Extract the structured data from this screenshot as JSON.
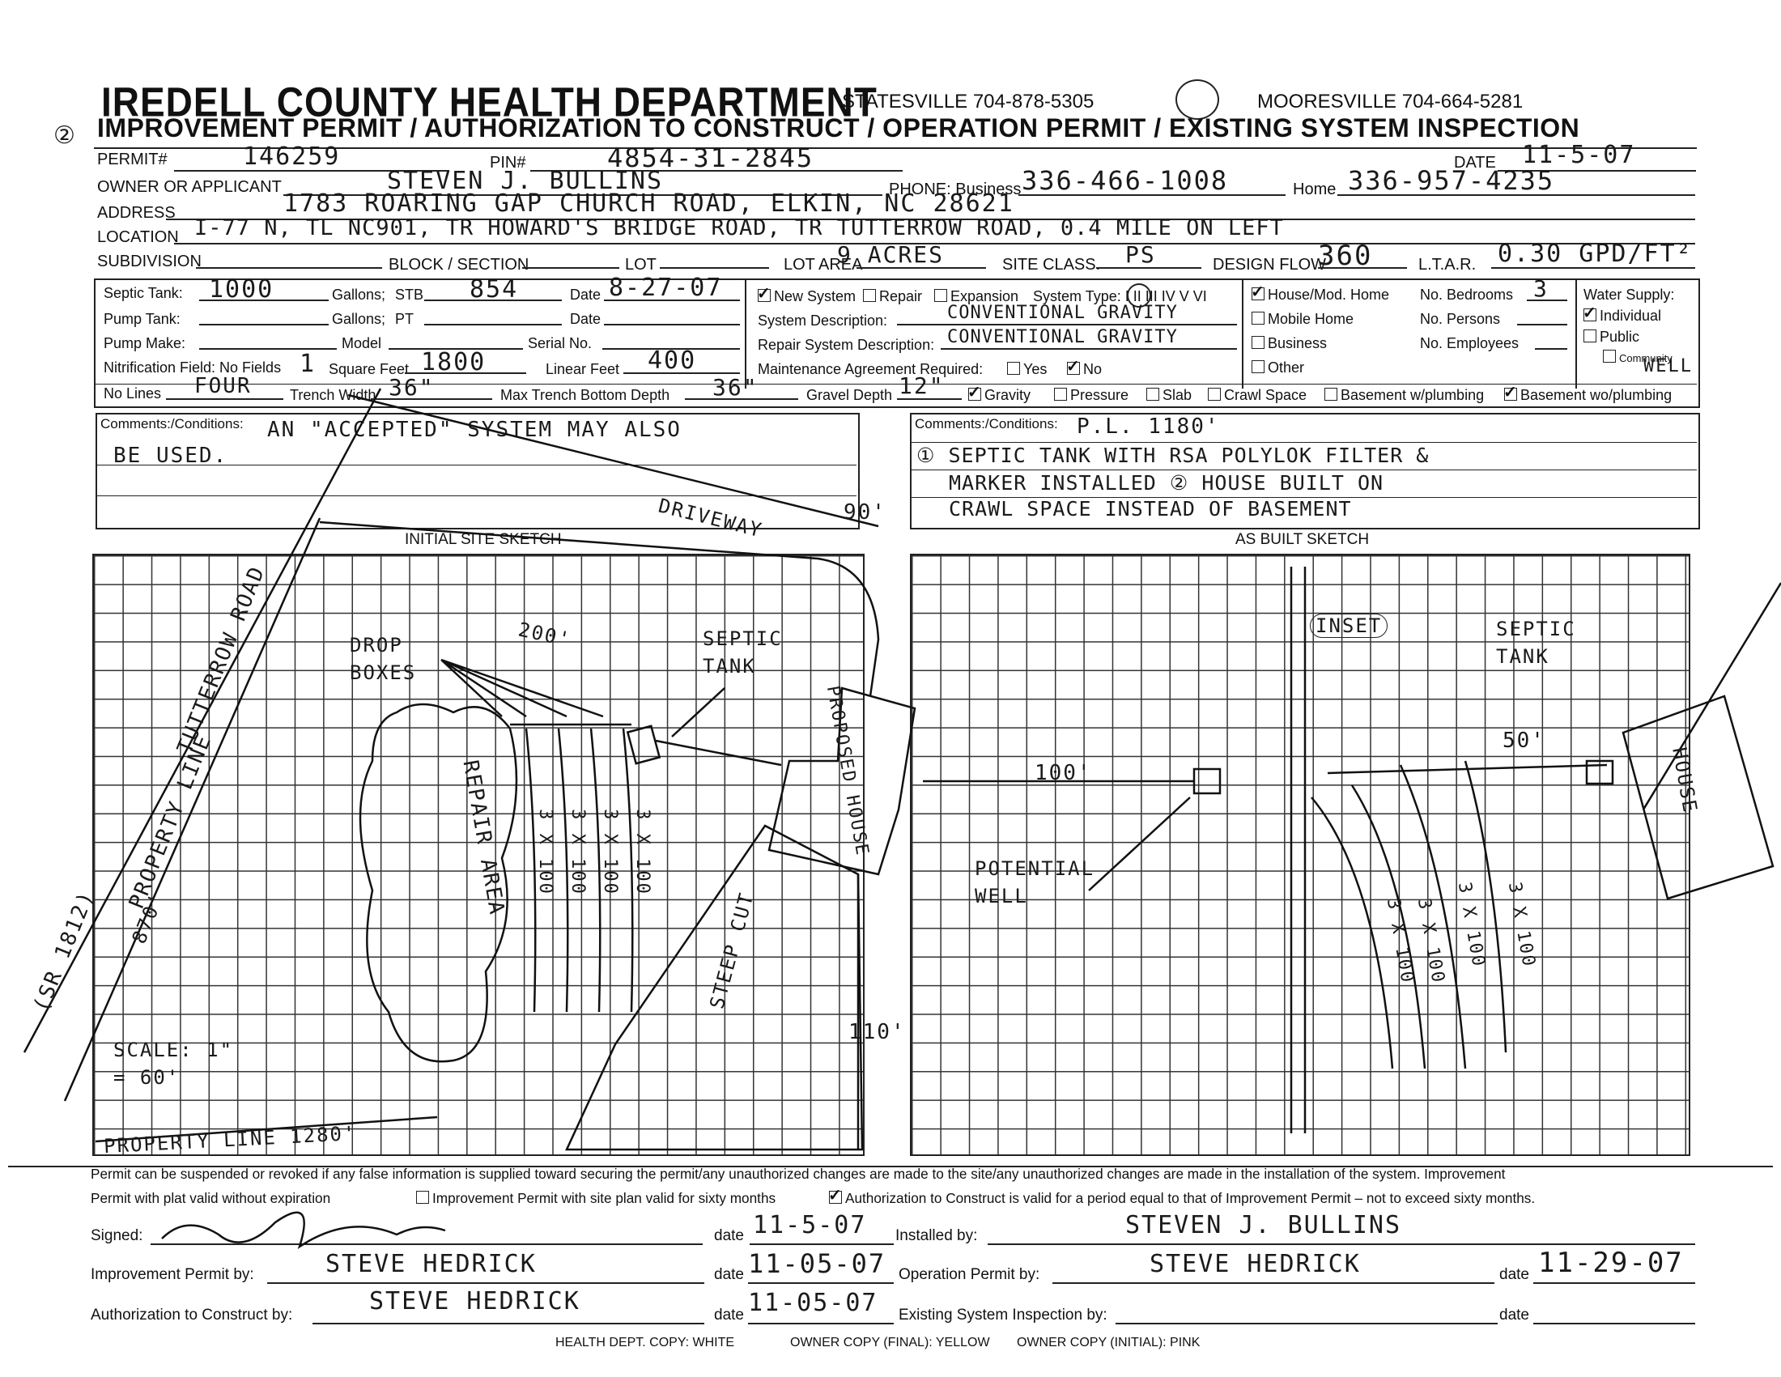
{
  "header": {
    "department": "IREDELL COUNTY HEALTH DEPARTMENT",
    "statesville": "STATESVILLE 704-878-5305",
    "mooresville": "MOORESVILLE 704-664-5281",
    "title": "IMPROVEMENT PERMIT / AUTHORIZATION TO CONSTRUCT / OPERATION PERMIT / EXISTING SYSTEM INSPECTION",
    "page_mark": "②"
  },
  "labels": {
    "permit": "PERMIT#",
    "pin": "PIN#",
    "date": "DATE",
    "owner": "OWNER OR APPLICANT",
    "phone_business": "PHONE: Business",
    "home": "Home",
    "address": "ADDRESS",
    "location": "LOCATION",
    "subdivision": "SUBDIVISION",
    "block_section": "BLOCK / SECTION",
    "lot": "LOT",
    "lot_area": "LOT AREA",
    "site_class": "SITE CLASS.",
    "design_flow": "DESIGN FLOW",
    "ltar": "L.T.A.R."
  },
  "values": {
    "permit": "146259",
    "pin": "4854-31-2845",
    "date": "11-5-07",
    "owner": "STEVEN J. BULLINS",
    "phone_business": "336-466-1008",
    "phone_home": "336-957-4235",
    "address": "1783 ROARING GAP CHURCH ROAD, ELKIN, NC 28621",
    "location": "I-77 N, TL NC901, TR HOWARD'S BRIDGE ROAD, TR TUTTERROW ROAD, 0.4 MILE ON LEFT",
    "lot_area": "9 ACRES",
    "site_class": "PS",
    "design_flow": "360",
    "ltar": "0.30 GPD/FT²"
  },
  "system": {
    "septic_tank_label": "Septic Tank:",
    "septic_tank": "1000",
    "gallons": "Gallons;",
    "stb_label": "STB",
    "stb": "854",
    "date_label": "Date",
    "stb_date": "8-27-07",
    "pump_tank": "Pump Tank:",
    "pt": "PT",
    "pump_make": "Pump Make:",
    "model": "Model",
    "serial": "Serial No.",
    "nitrification": "Nitrification Field: No Fields",
    "fields": "1",
    "square_feet": "Square Feet",
    "square_feet_val": "1800",
    "linear_feet": "Linear Feet",
    "linear_feet_val": "400",
    "no_lines": "No Lines",
    "lines_val": "FOUR",
    "trench_width": "Trench Width",
    "trench_width_val": "36\"",
    "max_trench": "Max Trench Bottom Depth",
    "max_trench_val": "36\"",
    "gravel_depth": "Gravel Depth",
    "gravel_depth_val": "12\"",
    "new_system": "New System",
    "repair": "Repair",
    "expansion": "Expansion",
    "system_type": "System Type: I II III IV V VI",
    "system_desc_label": "System Description:",
    "system_desc": "CONVENTIONAL GRAVITY",
    "repair_desc_label": "Repair System Description:",
    "repair_desc": "CONVENTIONAL GRAVITY",
    "maint": "Maintenance Agreement Required:",
    "yes": "Yes",
    "no": "No",
    "gravity": "Gravity",
    "pressure": "Pressure",
    "slab": "Slab",
    "crawl": "Crawl Space",
    "basement_plumb": "Basement w/plumbing",
    "basement_noplumb": "Basement wo/plumbing",
    "house": "House/Mod. Home",
    "mobile": "Mobile Home",
    "business": "Business",
    "other": "Other",
    "bedrooms": "No. Bedrooms",
    "bedrooms_val": "3",
    "persons": "No. Persons",
    "employees": "No. Employees",
    "water_supply": "Water Supply:",
    "individual": "Individual",
    "public": "Public",
    "community": "Community",
    "water_note": "WELL"
  },
  "comments": {
    "label": "Comments:/Conditions:",
    "left_line1": "AN \"ACCEPTED\" SYSTEM MAY ALSO",
    "left_line2": "BE USED.",
    "right_pl": "P.L. 1180'",
    "right_line1": "① SEPTIC TANK WITH RSA POLYLOK FILTER &",
    "right_line2": "MARKER INSTALLED ② HOUSE BUILT ON",
    "right_line3": "CRAWL SPACE INSTEAD OF BASEMENT"
  },
  "sketch": {
    "initial_title": "INITIAL SITE SKETCH",
    "asbuilt_title": "AS BUILT SKETCH",
    "driveway": "DRIVEWAY",
    "drop_boxes": "DROP BOXES",
    "septic_tank": "SEPTIC TANK",
    "proposed_house": "PROPOSED HOUSE",
    "repair_area": "REPAIR AREA",
    "tutterrow_road": "TUTTERROW ROAD",
    "property_line": "PROPERTY LINE",
    "scale": "SCALE: 1\" = 60'",
    "property_line_bottom": "PROPERTY LINE 1280'",
    "dist_200": "200'",
    "dist_90": "90'",
    "dist_110": "110'",
    "dist_100": "100'",
    "dist_50": "50'",
    "line_3x100": "3 X 100",
    "potential_well": "POTENTIAL WELL",
    "inset": "INSET",
    "sr_1812": "(SR 1812)",
    "road_870": "870'",
    "steep_cut": "STEEP CUT",
    "house": "HOUSE"
  },
  "footer": {
    "legal1": "Permit can be suspended or revoked if any false information is supplied toward securing the permit/any unauthorized changes are made to the site/any unauthorized changes are made in the installation of the system. Improvement",
    "legal2a": "Permit with plat valid without expiration",
    "legal2b": "Improvement Permit with site plan valid for sixty months",
    "legal2c": "Authorization to Construct is valid for a period equal to that of Improvement Permit – not to exceed sixty months.",
    "signed": "Signed:",
    "date": "date",
    "signed_date": "11-5-07",
    "installed_by": "Installed by:",
    "installed_val": "STEVEN J. BULLINS",
    "improvement_by": "Improvement Permit by:",
    "improvement_val": "STEVE HEDRICK",
    "improvement_date": "11-05-07",
    "operation_by": "Operation Permit by:",
    "operation_val": "STEVE HEDRICK",
    "operation_date": "11-29-07",
    "auth_by": "Authorization to Construct by:",
    "auth_val": "STEVE HEDRICK",
    "auth_date": "11-05-07",
    "existing_by": "Existing System Inspection by:",
    "copy_white": "HEALTH DEPT. COPY: WHITE",
    "copy_yellow": "OWNER COPY (FINAL): YELLOW",
    "copy_pink": "OWNER COPY (INITIAL): PINK"
  }
}
